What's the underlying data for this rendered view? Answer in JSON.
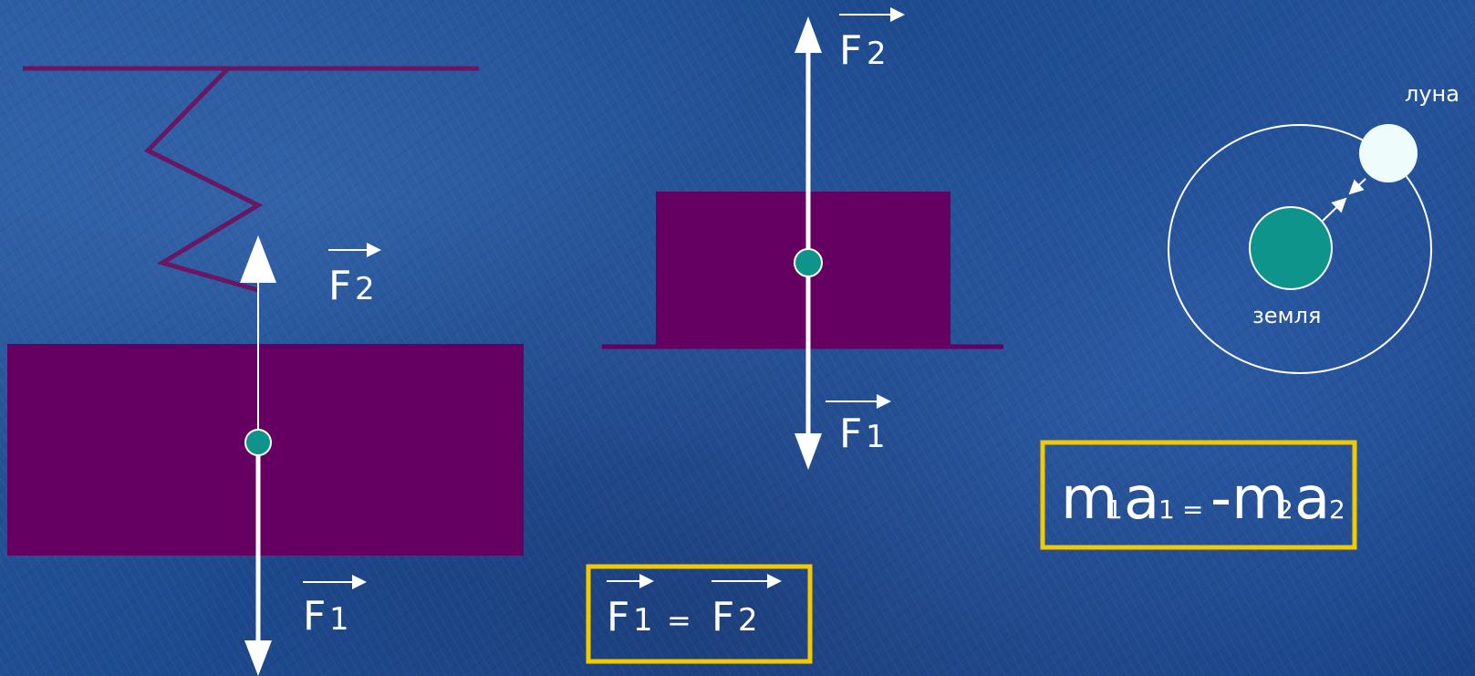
{
  "left_diagram": {
    "label_upper_main": "F",
    "label_upper_sub": "2",
    "label_lower_main": "F",
    "label_lower_sub": "1"
  },
  "middle_diagram": {
    "label_upper_main": "F",
    "label_upper_sub": "2",
    "label_lower_main": "F",
    "label_lower_sub": "1"
  },
  "equality_box": {
    "f1_main": "F",
    "f1_sub": "1",
    "equals": "=",
    "f2_main": "F",
    "f2_sub": "2"
  },
  "orbit_diagram": {
    "moon_label": "луна",
    "earth_label": "земля"
  },
  "formula_box": {
    "m1": "m",
    "m1_sub": "1",
    "a1": "a",
    "a1_sub": "1",
    "equals": "=",
    "minus_m2": "-m",
    "m2_sub": "2",
    "a2": "a",
    "a2_sub": "2"
  },
  "colors": {
    "background": "#1f4a8c",
    "block": "#650062",
    "spring": "#6a1660",
    "dot": "#0f948c",
    "earth": "#0f948c",
    "moon": "#eefcfc",
    "box_border": "#f2c800",
    "text": "#ffffff"
  }
}
